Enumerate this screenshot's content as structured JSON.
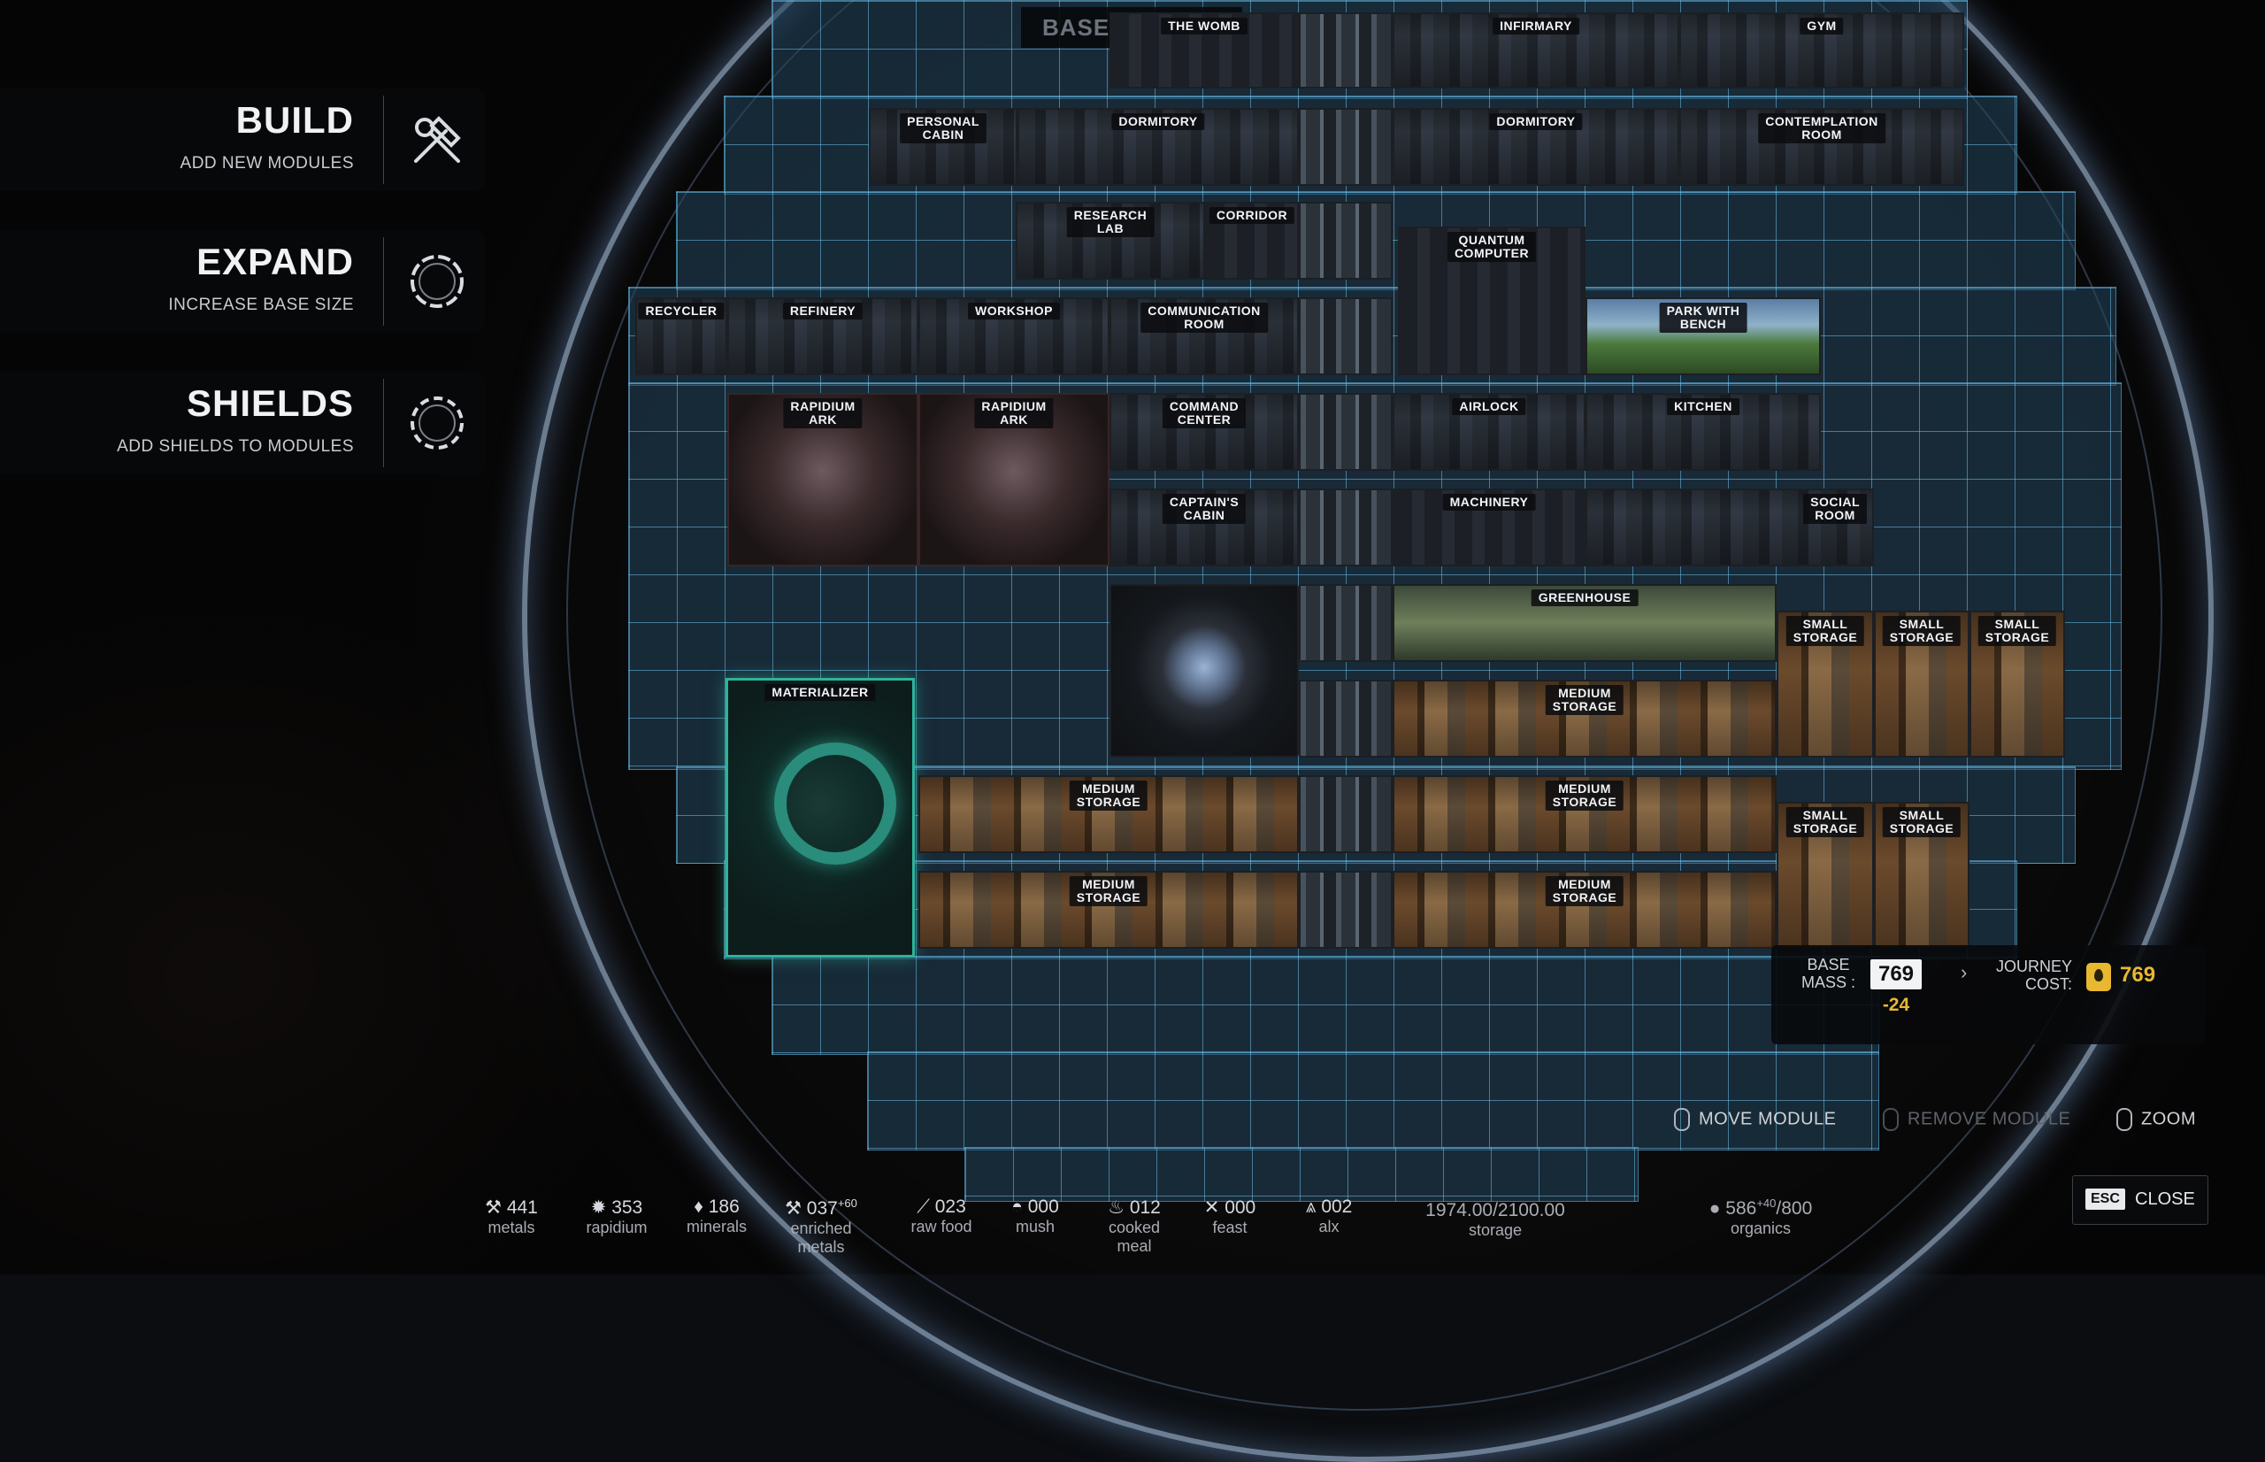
{
  "menu": [
    {
      "title": "BUILD",
      "subtitle": "ADD NEW MODULES",
      "icon": "hammer-wrench-icon"
    },
    {
      "title": "EXPAND",
      "subtitle": "INCREASE BASE SIZE",
      "icon": "expand-ring-icon"
    },
    {
      "title": "SHIELDS",
      "subtitle": "ADD SHIELDS TO MODULES",
      "icon": "shield-ring-icon"
    }
  ],
  "base_builder_title": "BASE BU",
  "modules": {
    "the_womb": "THE WOMB",
    "infirmary": "INFIRMARY",
    "gym": "GYM",
    "personal_cabin": "PERSONAL\nCABIN",
    "dormitory": "DORMITORY",
    "contemplation_room": "CONTEMPLATION\nROOM",
    "research_lab": "RESEARCH\nLAB",
    "corridor": "CORRIDOR",
    "quantum_computer": "QUANTUM\nCOMPUTER",
    "recycler": "RECYCLER",
    "refinery": "REFINERY",
    "workshop": "WORKSHOP",
    "communication_room": "COMMUNICATION\nROOM",
    "park_with_bench": "PARK WITH\nBENCH",
    "rapidium_ark": "RAPIDIUM\nARK",
    "command_center": "COMMAND\nCENTER",
    "airlock": "AIRLOCK",
    "kitchen": "KITCHEN",
    "captains_cabin": "CAPTAIN'S\nCABIN",
    "machinery": "MACHINERY",
    "social_room": "SOCIAL\nROOM",
    "greenhouse": "GREENHOUSE",
    "small_storage": "SMALL\nSTORAGE",
    "medium_storage": "MEDIUM\nSTORAGE",
    "materializer": "MATERIALIZER"
  },
  "mass": {
    "base_mass_label": "BASE\nMASS :",
    "base_mass_value": "769",
    "base_mass_delta": "-24",
    "journey_cost_label": "JOURNEY\nCOST:",
    "journey_cost_value": "769"
  },
  "controls": {
    "move_module": "MOVE MODULE",
    "remove_module": "REMOVE MODULE",
    "zoom": "ZOOM",
    "esc_key": "ESC",
    "close": "CLOSE"
  },
  "resources": [
    {
      "icon": "metals-icon",
      "value": "441",
      "name": "metals"
    },
    {
      "icon": "rapidium-icon",
      "value": "353",
      "name": "rapidium"
    },
    {
      "icon": "minerals-icon",
      "value": "186",
      "name": "minerals"
    },
    {
      "icon": "enriched-metals-icon",
      "value": "037",
      "bonus": "+60",
      "name": "enriched\nmetals"
    },
    {
      "icon": "raw-food-icon",
      "value": "023",
      "name": "raw food"
    },
    {
      "icon": "mush-icon",
      "value": "000",
      "name": "mush"
    },
    {
      "icon": "cooked-meal-icon",
      "value": "012",
      "name": "cooked\nmeal"
    },
    {
      "icon": "feast-icon",
      "value": "000",
      "name": "feast"
    },
    {
      "icon": "alx-icon",
      "value": "002",
      "name": "alx"
    }
  ],
  "storage": {
    "value": "1974.00/2100.00",
    "name": "storage"
  },
  "organics": {
    "value": "586",
    "bonus": "+40",
    "max": "/800",
    "name": "organics"
  },
  "colors": {
    "grid": "#3f7ea0",
    "materializer": "#2fb39a",
    "journey_cost": "#e8b830"
  }
}
